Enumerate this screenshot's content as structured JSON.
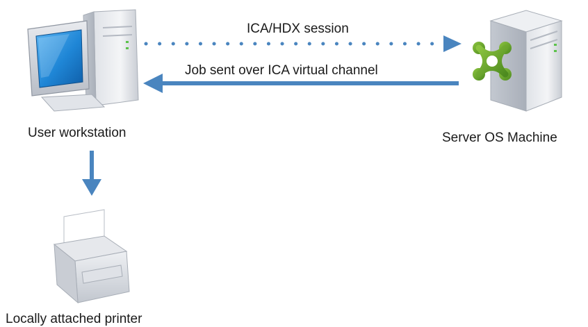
{
  "labels": {
    "session": "ICA/HDX session",
    "job": "Job sent over ICA virtual channel",
    "user_workstation": "User workstation",
    "server": "Server OS Machine",
    "printer": "Locally attached printer"
  },
  "colors": {
    "arrow": "#4a85bf",
    "dots": "#4a85bf",
    "monitor_screen": "#1f86d6",
    "citrix_logo": "#6ea52e",
    "casing": "#e6e8ec",
    "casing_shade": "#c6cad2"
  },
  "icons": {
    "workstation": "desktop-computer-icon",
    "server": "server-tower-icon",
    "logo": "citrix-logo-icon",
    "printer": "printer-icon"
  }
}
